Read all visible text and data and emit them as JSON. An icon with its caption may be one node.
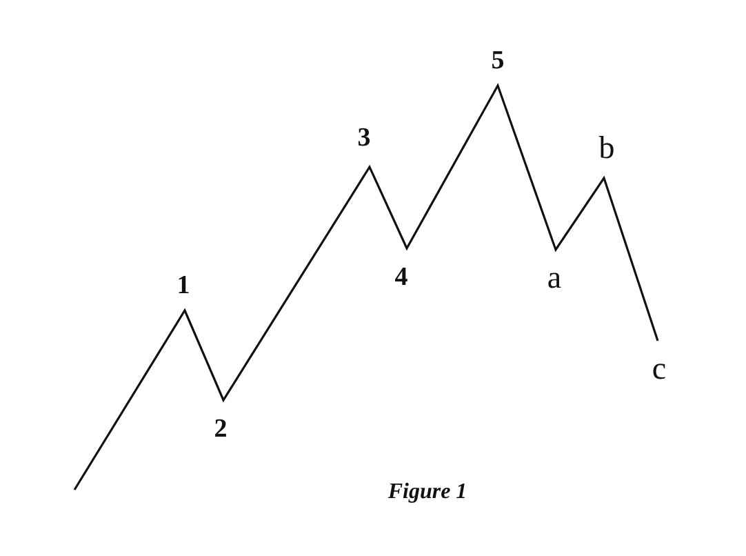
{
  "diagram": {
    "caption": "Figure 1",
    "labels": [
      "5",
      "3",
      "b",
      "1",
      "4",
      "a",
      "c",
      "2"
    ]
  }
}
